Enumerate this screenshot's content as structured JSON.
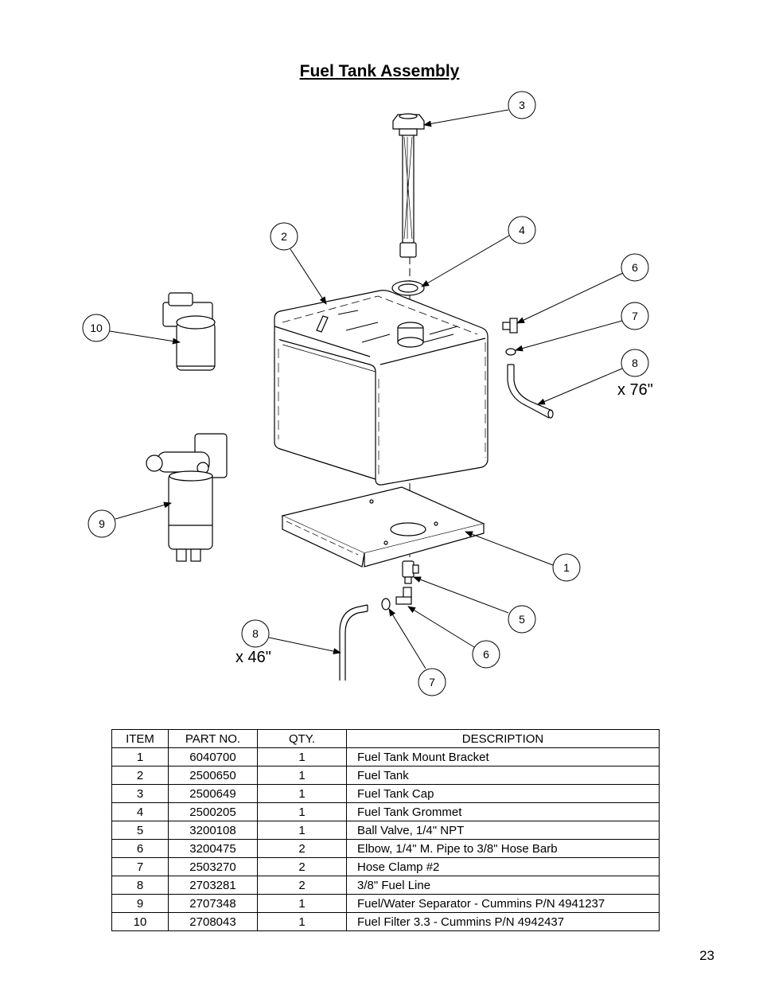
{
  "title": "Fuel Tank Assembly",
  "page_number": "23",
  "callouts": [
    "1",
    "2",
    "3",
    "4",
    "5",
    "6",
    "7",
    "8",
    "9",
    "10"
  ],
  "hose_lengths": {
    "upper": "x 76\"",
    "lower": "x 46\""
  },
  "table": {
    "headers": [
      "ITEM",
      "PART NO.",
      "QTY.",
      "DESCRIPTION"
    ],
    "rows": [
      {
        "item": "1",
        "part_no": "6040700",
        "qty": "1",
        "description": "Fuel Tank Mount Bracket"
      },
      {
        "item": "2",
        "part_no": "2500650",
        "qty": "1",
        "description": "Fuel Tank"
      },
      {
        "item": "3",
        "part_no": "2500649",
        "qty": "1",
        "description": "Fuel Tank Cap"
      },
      {
        "item": "4",
        "part_no": "2500205",
        "qty": "1",
        "description": "Fuel Tank Grommet"
      },
      {
        "item": "5",
        "part_no": "3200108",
        "qty": "1",
        "description": "Ball Valve, 1/4\" NPT"
      },
      {
        "item": "6",
        "part_no": "3200475",
        "qty": "2",
        "description": "Elbow, 1/4\" M. Pipe to 3/8\" Hose Barb"
      },
      {
        "item": "7",
        "part_no": "2503270",
        "qty": "2",
        "description": "Hose Clamp #2"
      },
      {
        "item": "8",
        "part_no": "2703281",
        "qty": "2",
        "description": "3/8\" Fuel Line"
      },
      {
        "item": "9",
        "part_no": "2707348",
        "qty": "1",
        "description": "Fuel/Water Separator - Cummins P/N 4941237"
      },
      {
        "item": "10",
        "part_no": "2708043",
        "qty": "1",
        "description": "Fuel Filter 3.3 - Cummins P/N 4942437"
      }
    ]
  }
}
